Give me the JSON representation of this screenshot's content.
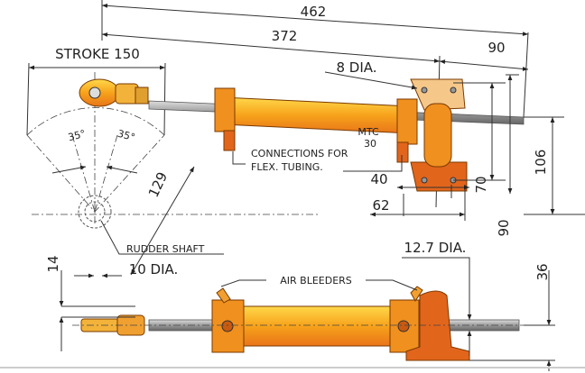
{
  "title": "MTC 30 hydraulic steering cylinder dimensions",
  "colors": {
    "body": "#f7a21b",
    "body_light": "#ffd24a",
    "fitting": "#e2651c",
    "bracket": "#f5c88a",
    "rod": "#9a9a9a"
  },
  "top_view": {
    "dim_overall": "462",
    "dim_mount": "372",
    "dim_bracket_offset": "90",
    "stroke": "STROKE 150",
    "bolt_hole": "8 DIA.",
    "model": "MTC",
    "model_number": "30",
    "angle_left": "35°",
    "angle_right": "35°",
    "tiller_radius": "129",
    "connections_line1": "CONNECTIONS FOR",
    "connections_line2": "FLEX. TUBING.",
    "dim_40": "40",
    "dim_62": "62",
    "dim_70": "70",
    "dim_90": "90",
    "dim_106": "106",
    "rudder_shaft": "RUDDER SHAFT"
  },
  "side_view": {
    "dim_14": "14",
    "pin_dia": "10 DIA.",
    "air_bleeders": "AIR BLEEDERS",
    "rod_dia": "12.7 DIA.",
    "dim_36": "36"
  }
}
